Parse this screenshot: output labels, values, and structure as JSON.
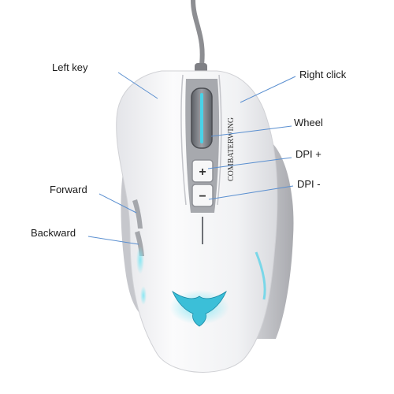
{
  "labels": {
    "left_key": "Left key",
    "right_click": "Right click",
    "wheel": "Wheel",
    "dpi_plus": "DPI +",
    "dpi_minus": "DPI -",
    "forward": "Forward",
    "backward": "Backward"
  },
  "mouse": {
    "brand_text": "COMBATERWING",
    "dpi_plus_symbol": "+",
    "dpi_minus_symbol": "−"
  },
  "colors": {
    "body": "#f4f4f6",
    "body_shadow": "#d8d9de",
    "side_panel": "#b9babf",
    "leader_line": "#5a8fd0",
    "led_glow": "#3cc8e0"
  }
}
